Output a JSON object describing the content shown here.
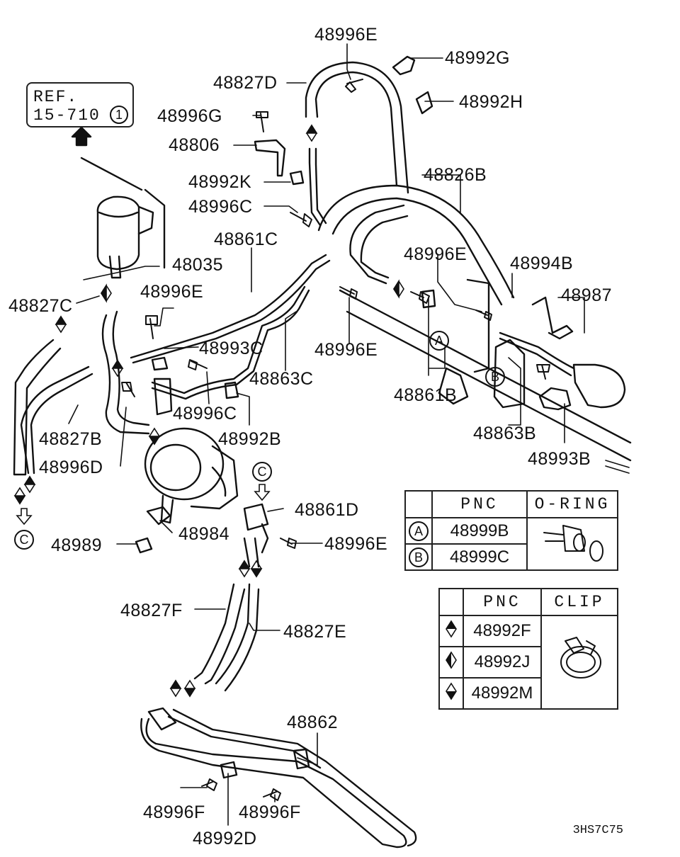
{
  "reference": {
    "line1": "REF.",
    "line2": "15-710",
    "index": "1"
  },
  "part_labels": {
    "p48996E_top": "48996E",
    "p48992G": "48992G",
    "p48827D": "48827D",
    "p48992H": "48992H",
    "p48996G": "48996G",
    "p48806": "48806",
    "p48826B": "48826B",
    "p48992K": "48992K",
    "p48996C_top": "48996C",
    "p48861C": "48861C",
    "p48996E_mid": "48996E",
    "p48035": "48035",
    "p48994B": "48994B",
    "p48827C": "48827C",
    "p48996E_left": "48996E",
    "p48987": "48987",
    "p48993C": "48993C",
    "p48996E_center": "48996E",
    "p48863C": "48863C",
    "p48861B": "48861B",
    "p48996C_low": "48996C",
    "p48827B": "48827B",
    "p48992B": "48992B",
    "p48863B": "48863B",
    "p48996D": "48996D",
    "p48993B": "48993B",
    "p48861D": "48861D",
    "p48984": "48984",
    "p48989": "48989",
    "p48996E_low": "48996E",
    "p48827F": "48827F",
    "p48827E": "48827E",
    "p48862": "48862",
    "p48996F_left": "48996F",
    "p48996F_right": "48996F",
    "p48992D": "48992D"
  },
  "markers": {
    "A": "A",
    "B": "B",
    "C": "C"
  },
  "oring_table": {
    "headers": {
      "pnc": "PNC",
      "oring": "O-RING"
    },
    "rows": [
      {
        "marker": "A",
        "pnc": "48999B"
      },
      {
        "marker": "B",
        "pnc": "48999C"
      }
    ]
  },
  "clip_table": {
    "headers": {
      "pnc": "PNC",
      "clip": "CLIP"
    },
    "rows": [
      {
        "symbol": "diamond-top-filled",
        "pnc": "48992F"
      },
      {
        "symbol": "diamond-left-filled",
        "pnc": "48992J"
      },
      {
        "symbol": "diamond-bottom-filled",
        "pnc": "48992M"
      }
    ]
  },
  "drawing_code": "3HS7C75"
}
